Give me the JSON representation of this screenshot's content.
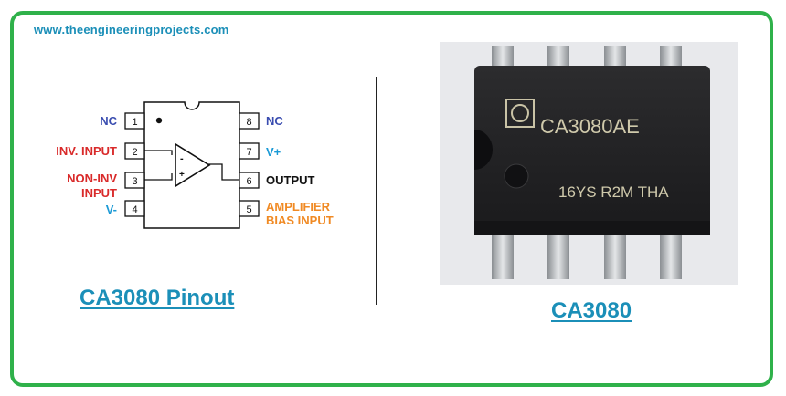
{
  "header": {
    "site_url": "www.theengineeringprojects.com"
  },
  "pinout": {
    "title": "CA3080 Pinout",
    "pins": [
      {
        "number": "1",
        "label": "NC"
      },
      {
        "number": "2",
        "label": "INV. INPUT"
      },
      {
        "number": "3",
        "label_line1": "NON-INV",
        "label_line2": "INPUT"
      },
      {
        "number": "4",
        "label": "V-"
      },
      {
        "number": "5",
        "label_line1": "AMPLIFIER",
        "label_line2": "BIAS INPUT"
      },
      {
        "number": "6",
        "label": "OUTPUT"
      },
      {
        "number": "7",
        "label": "V+"
      },
      {
        "number": "8",
        "label": "NC"
      }
    ],
    "opamp_minus": "-",
    "opamp_plus": "+"
  },
  "photo": {
    "caption": "CA3080",
    "chip_marking_line1": "CA3080AE",
    "chip_marking_line2": "16YS  R2M  THA"
  },
  "colors": {
    "border": "#2fb14a",
    "link": "#1b8fb8",
    "nc_label": "#3a4db0",
    "input_label": "#d92a2a",
    "power_label": "#1b9ad6",
    "output_label": "#111111",
    "bias_label": "#f08a24"
  }
}
